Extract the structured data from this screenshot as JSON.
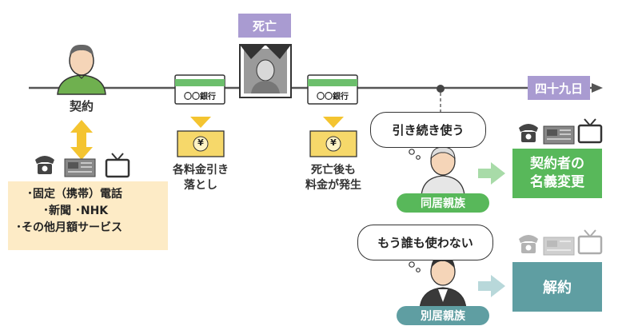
{
  "timeline": {
    "death_label": "死亡",
    "end_label": "四十九日",
    "contract_label": "契約",
    "bank_label": "〇〇銀行"
  },
  "left": {
    "services": [
      "･固定（携帯）電話",
      "･新聞 ･NHK",
      "･その他月額サービス"
    ]
  },
  "payments": {
    "before_death": [
      "各料金引き",
      "落とし"
    ],
    "after_death": [
      "死亡後も",
      "料金が発生"
    ],
    "money_symbol": "¥"
  },
  "cohabiting": {
    "speech": "引き続き使う",
    "family_label": "同居親族",
    "result": [
      "契約者の",
      "名義変更"
    ]
  },
  "separate": {
    "speech": "もう誰も使わない",
    "family_label": "別居親族",
    "result": "解約"
  },
  "colors": {
    "purple": "#a99bd1",
    "green": "#58b85a",
    "teal": "#5f9ea2",
    "beige": "#fdebc6",
    "yellow": "#f4c430"
  }
}
